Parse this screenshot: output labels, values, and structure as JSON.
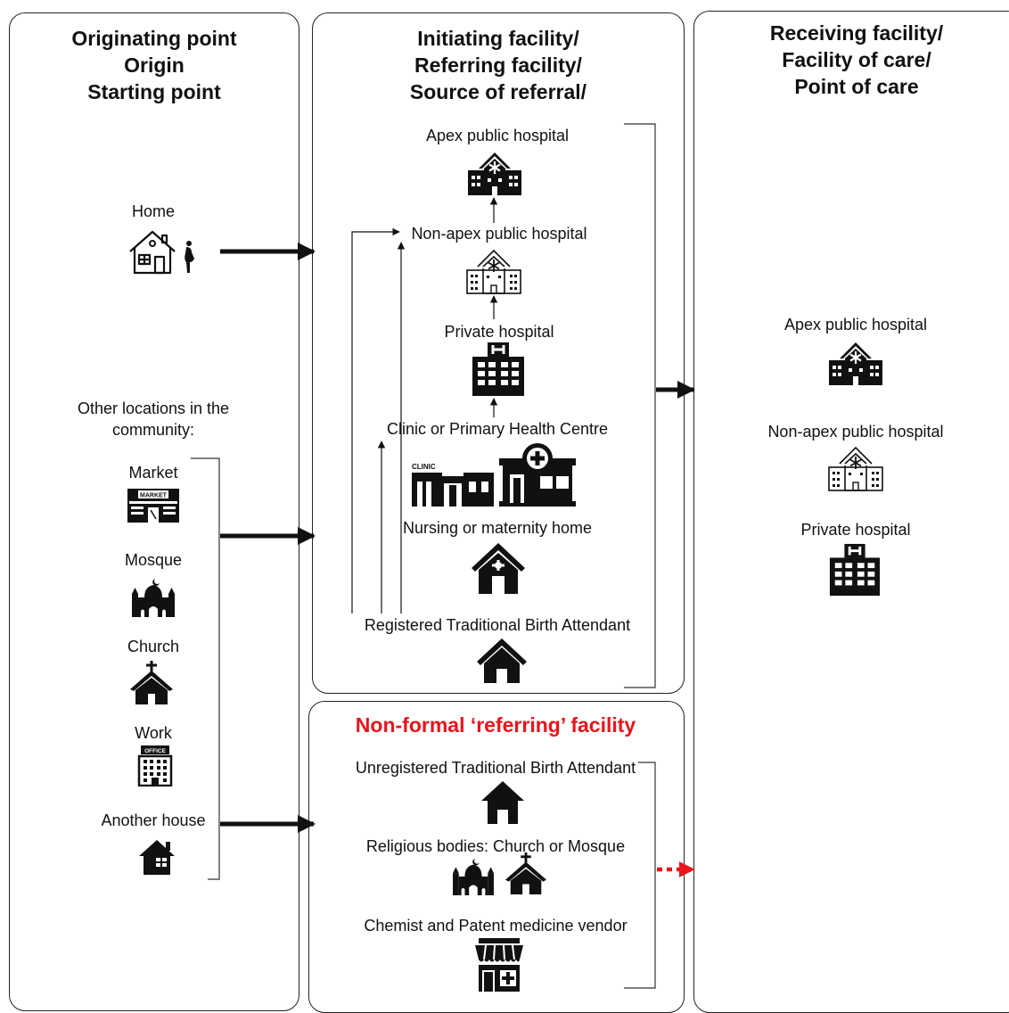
{
  "origin": {
    "heading": [
      "Originating point",
      "Origin",
      "Starting point"
    ],
    "home_label": "Home",
    "community_label": [
      "Other locations in the",
      "community:"
    ],
    "market_label": "Market",
    "market_sign": "MARKET",
    "mosque_label": "Mosque",
    "church_label": "Church",
    "work_label": "Work",
    "office_sign": "OFFICE",
    "another_house_label": "Another house"
  },
  "initiating": {
    "heading": [
      "Initiating facility/",
      "Referring facility/",
      "Source of referral/"
    ],
    "apex_label": "Apex public hospital",
    "nonapex_label": "Non-apex public hospital",
    "private_label": "Private hospital",
    "clinic_label": "Clinic or Primary Health Centre",
    "clinic_sign": "CLINIC",
    "nursing_label": "Nursing or maternity home",
    "rtba_label": "Registered Traditional Birth Attendant"
  },
  "nonformal": {
    "heading": "Non-formal ‘referring’ facility",
    "heading_color": "#e8141b",
    "utba_label": "Unregistered Traditional Birth Attendant",
    "religious_label": "Religious bodies: Church or Mosque",
    "chemist_label": "Chemist and Patent medicine vendor"
  },
  "receiving": {
    "heading": [
      "Receiving facility/",
      "Facility of care/",
      "Point of care"
    ],
    "apex_label": "Apex public hospital",
    "nonapex_label": "Non-apex public hospital",
    "private_label": "Private hospital"
  }
}
